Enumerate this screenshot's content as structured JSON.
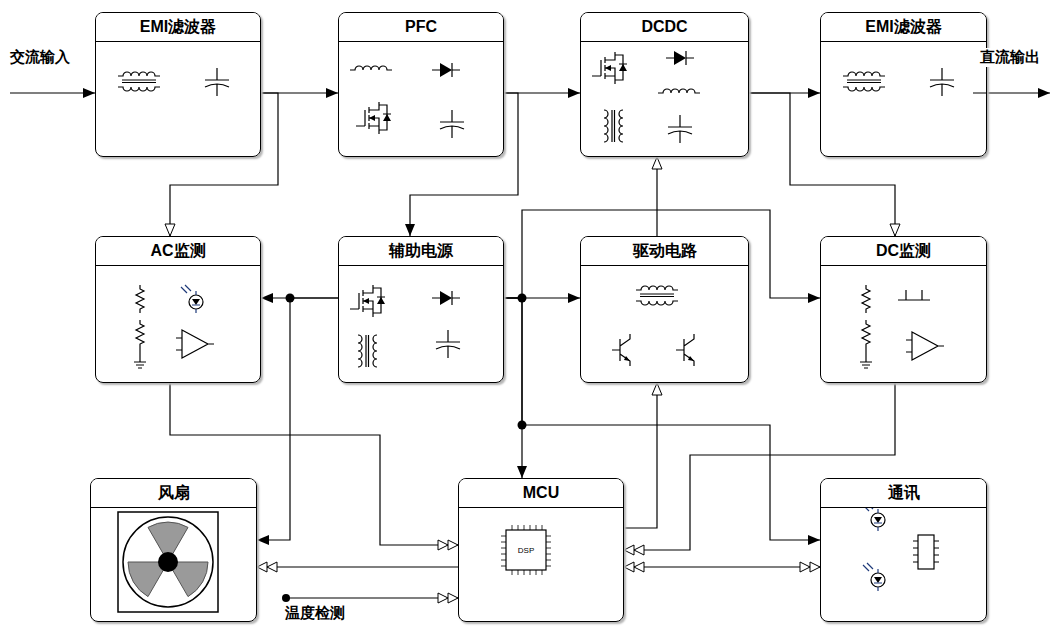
{
  "diagram": {
    "nodes": [
      {
        "text": [
          "EMI滤波器"
        ]
      },
      {
        "text": [
          "PFC"
        ]
      },
      {
        "text": [
          "DCDC"
        ]
      },
      {
        "text": [
          "EMI滤波器"
        ]
      },
      {
        "text": [
          "AC监测"
        ]
      },
      {
        "text": [
          "辅助电源"
        ]
      },
      {
        "text": [
          "驱动电路"
        ]
      },
      {
        "text": [
          "DC监测"
        ]
      },
      {
        "text": [
          "风扇"
        ]
      },
      {
        "text": [
          "MCU"
        ]
      },
      {
        "text": [
          "通讯"
        ]
      }
    ],
    "edges": [
      {
        "from": 0,
        "to": 1,
        "arrow": "to"
      },
      {
        "from": 1,
        "to": 2,
        "arrow": "to"
      },
      {
        "from": 2,
        "to": 3,
        "arrow": "to"
      },
      {
        "from": 0,
        "to": 4,
        "arrow": "to"
      },
      {
        "from": 1,
        "to": 5,
        "arrow": "to"
      },
      {
        "from": 2,
        "to": 7,
        "arrow": "to"
      },
      {
        "from": 5,
        "to": 4,
        "arrow": "to"
      },
      {
        "from": 5,
        "to": 8,
        "arrow": "to"
      },
      {
        "from": 5,
        "to": 6,
        "arrow": "to"
      },
      {
        "from": 5,
        "to": 9,
        "arrow": "to"
      },
      {
        "from": 5,
        "to": 10,
        "arrow": "to"
      },
      {
        "from": 5,
        "to": 7,
        "arrow": "to"
      },
      {
        "from": 6,
        "to": 2,
        "arrow": "to"
      },
      {
        "from": 9,
        "to": 6,
        "arrow": "to"
      },
      {
        "from": 4,
        "to": 9,
        "arrow": "to"
      },
      {
        "from": 7,
        "to": 9,
        "arrow": "to"
      },
      {
        "from": 9,
        "to": 10,
        "arrow": "both"
      },
      {
        "from": 9,
        "to": 8,
        "arrow": "to"
      }
    ],
    "labels": [
      "交流输入",
      "直流输出",
      "温度检测",
      "DSP"
    ]
  }
}
